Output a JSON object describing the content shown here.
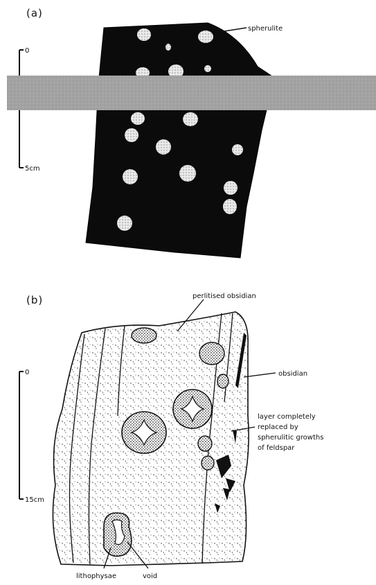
{
  "panel_a": {
    "letter": "(a)",
    "scale_top": "0",
    "scale_bottom": "5cm",
    "label_spherulite": "spherulite"
  },
  "panel_b": {
    "letter": "(b)",
    "scale_top": "0",
    "scale_bottom": "15cm",
    "label_perlitised": "perlitised obsidian",
    "label_obsidian": "obsidian",
    "label_layer": [
      "layer completely",
      "replaced by",
      "spherulitic growths",
      "of feldspar"
    ],
    "label_lithophysae": "lithophysae",
    "label_void": "void"
  },
  "colors": {
    "ink": "#111111",
    "band": "#9a9a9a",
    "paper": "#ffffff"
  }
}
